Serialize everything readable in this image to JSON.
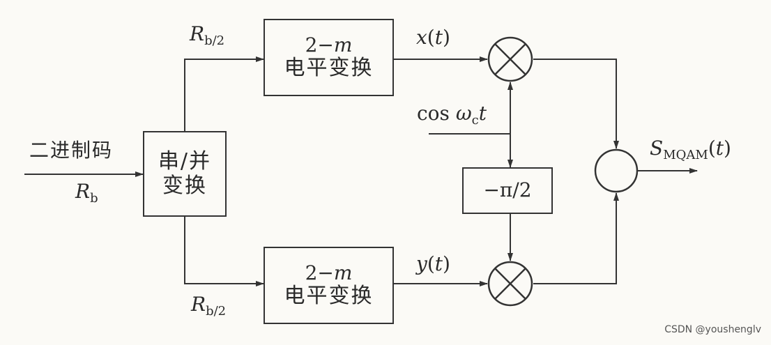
{
  "input": {
    "text": "二进制码",
    "rate_symbol": "R",
    "rate_sub": "b"
  },
  "sp_converter": {
    "line1": "串/并",
    "line2": "变换"
  },
  "upper_branch": {
    "rate_symbol": "R",
    "rate_sub": "b/2",
    "level_box": {
      "line1_num": "2−",
      "line1_var": "m",
      "line2": "电平变换"
    },
    "signal_func": "x",
    "signal_arg": "t"
  },
  "lower_branch": {
    "rate_symbol": "R",
    "rate_sub": "b/2",
    "level_box": {
      "line1_num": "2−",
      "line1_var": "m",
      "line2": "电平变换"
    },
    "signal_func": "y",
    "signal_arg": "t"
  },
  "carrier": {
    "cos": "cos",
    "omega": "ω",
    "omega_sub": "c",
    "t": "t"
  },
  "phase_shifter": "−π/2",
  "output": {
    "symbol": "S",
    "sub": "MQAM",
    "arg": "t"
  },
  "watermark": "CSDN @youshenglv"
}
